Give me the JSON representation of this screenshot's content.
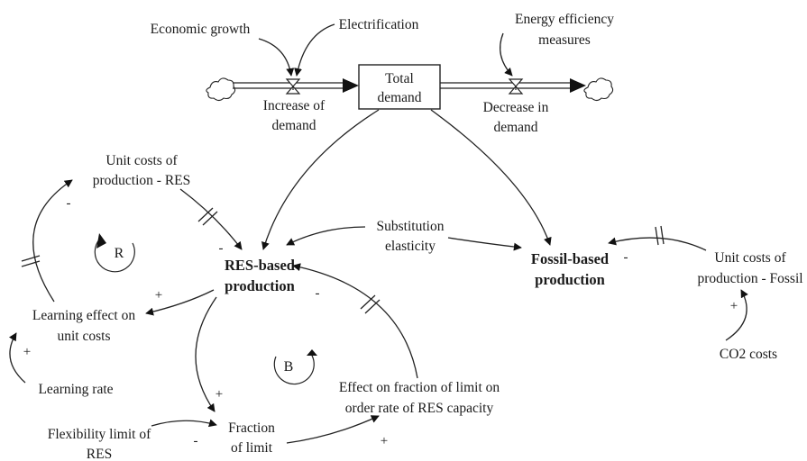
{
  "stock": {
    "line1": "Total",
    "line2": "demand"
  },
  "flows": {
    "inflow": {
      "line1": "Increase of",
      "line2": "demand"
    },
    "outflow": {
      "line1": "Decrease in",
      "line2": "demand"
    }
  },
  "variables": {
    "economic_growth": "Economic growth",
    "electrification": "Electrification",
    "energy_efficiency": {
      "line1": "Energy efficiency",
      "line2": "measures"
    },
    "unit_costs_res": {
      "line1": "Unit costs of",
      "line2": "production - RES"
    },
    "res_production": {
      "line1": "RES-based",
      "line2": "production"
    },
    "substitution": {
      "line1": "Substitution",
      "line2": "elasticity"
    },
    "fossil_production": {
      "line1": "Fossil-based",
      "line2": "production"
    },
    "unit_costs_fossil": {
      "line1": "Unit costs of",
      "line2": "production - Fossil"
    },
    "co2_costs": "CO2 costs",
    "learning_effect": {
      "line1": "Learning effect on",
      "line2": "unit costs"
    },
    "learning_rate": "Learning rate",
    "effect_fraction": {
      "line1": "Effect on fraction of limit on",
      "line2": "order rate of RES capacity"
    },
    "fraction_limit": {
      "line1": "Fraction",
      "line2": "of limit"
    },
    "flexibility_limit": {
      "line1": "Flexibility limit of",
      "line2": "RES"
    }
  },
  "loops": {
    "reinforcing": "R",
    "balancing": "B"
  },
  "polarities": {
    "unit_costs_res_to_res": "-",
    "res_to_learning": "+",
    "learning_to_unit_costs": "-",
    "learning_rate_to_learning": "+",
    "effect_to_res": "-",
    "res_to_fraction": "+",
    "fraction_to_effect": "+",
    "flexibility_to_fraction": "-",
    "fossil_costs_to_fossil": "-",
    "co2_to_fossil_costs": "+"
  }
}
